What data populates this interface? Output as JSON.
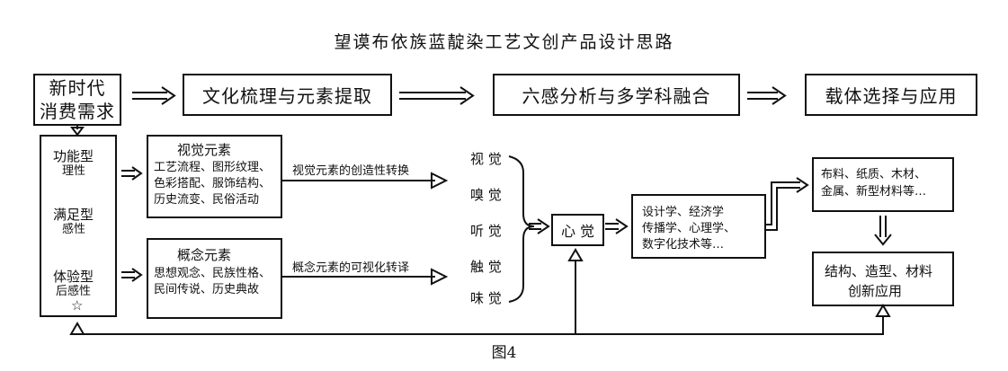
{
  "title": "望谟布依族蓝靛染工艺文创产品设计思路",
  "top_row": {
    "era": [
      "新时代",
      "消费需求"
    ],
    "culture": "文化梳理与元素提取",
    "senses": "六感分析与多学科融合",
    "carrier": "载体选择与应用"
  },
  "left_column": {
    "functional_type": "功能型",
    "functional_sub": "理性",
    "satisfy_type": "满足型",
    "satisfy_sub": "感性",
    "experience_type": "体验型",
    "experience_sub": "后感性",
    "star": "☆"
  },
  "visual": {
    "heading": "视觉元素",
    "lines": [
      "工艺流程、图形纹理、",
      "色彩搭配、服饰结构、",
      "历史流变、民俗活动"
    ],
    "transform": "视觉元素的创造性转换"
  },
  "concept": {
    "heading": "概念元素",
    "lines": [
      "思想观念、民族性格、",
      "民间传说、历史典故"
    ],
    "transform": "概念元素的可视化转译"
  },
  "senses_list": [
    "视 觉",
    "嗅 觉",
    "听 觉",
    "触 觉",
    "味 觉"
  ],
  "heart": "心 觉",
  "disciplines": [
    "设计学、经济学",
    "传播学、心理学、",
    "数字化技术等…"
  ],
  "materials": [
    "布料、纸质、木材、",
    "金属、新型材料等…"
  ],
  "innovation": [
    "结构、造型、材料",
    "创新应用"
  ],
  "caption": "图4"
}
